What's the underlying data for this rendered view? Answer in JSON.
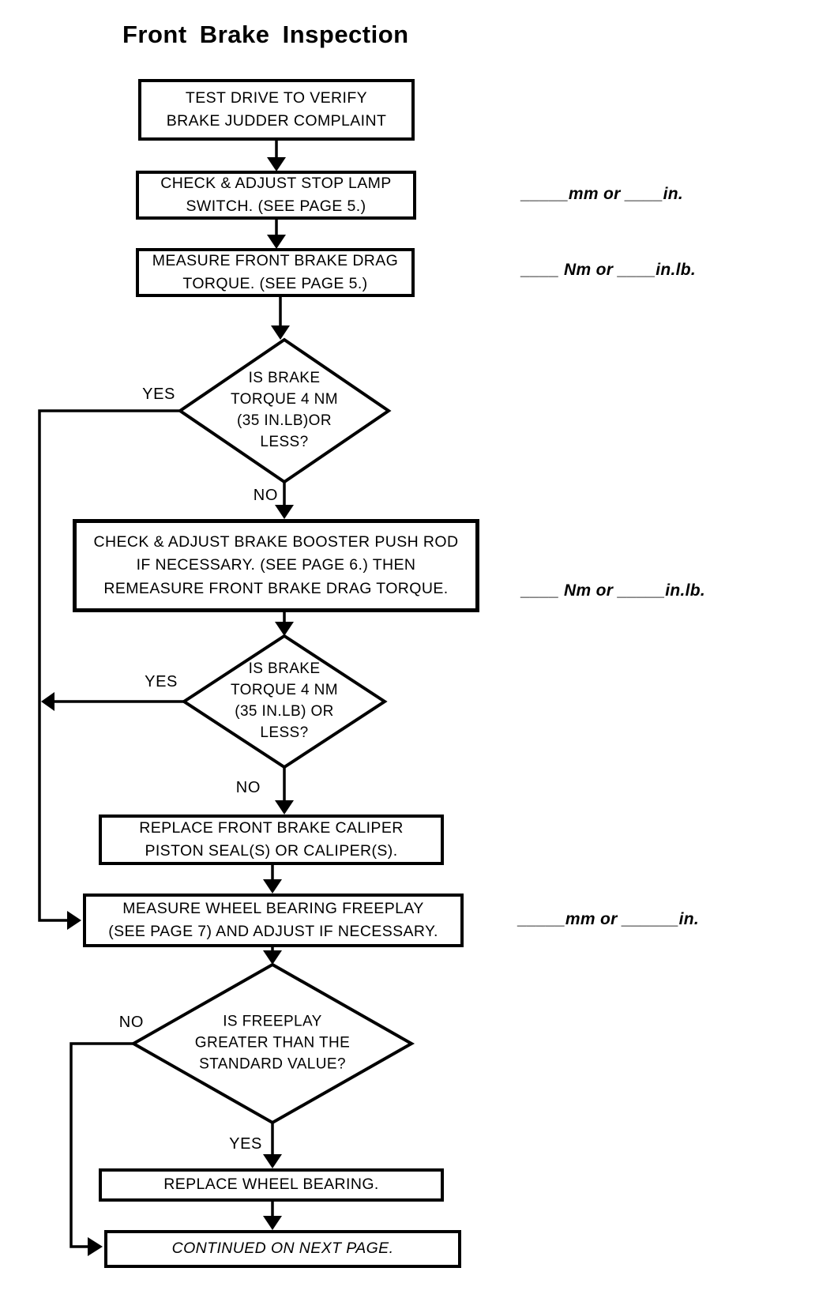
{
  "title": "Front Brake Inspection",
  "flow": {
    "test_drive": "TEST DRIVE TO VERIFY\nBRAKE JUDDER COMPLAINT",
    "stop_lamp": "CHECK & ADJUST STOP LAMP\nSWITCH. (SEE PAGE 5.)",
    "drag_torque": "MEASURE FRONT BRAKE DRAG\nTORQUE. (SEE PAGE 5.)",
    "decision_torque_1": "IS BRAKE\nTORQUE 4 NM\n(35 IN.LB)OR\nLESS?",
    "booster": "CHECK & ADJUST BRAKE BOOSTER PUSH ROD\nIF NECESSARY. (SEE PAGE 6.) THEN\nREMEASURE FRONT BRAKE DRAG TORQUE.",
    "decision_torque_2": "IS BRAKE\nTORQUE 4 NM\n(35 IN.LB) OR\nLESS?",
    "caliper": "REPLACE FRONT BRAKE CALIPER\nPISTON SEAL(S) OR CALIPER(S).",
    "freeplay": "MEASURE WHEEL BEARING FREEPLAY\n(SEE PAGE 7) AND ADJUST IF NECESSARY.",
    "decision_freeplay": "IS FREEPLAY\nGREATER THAN THE\nSTANDARD VALUE?",
    "replace_bearing": "REPLACE WHEEL BEARING.",
    "continued": "CONTINUED ON NEXT PAGE."
  },
  "branch_labels": {
    "yes_1": "YES",
    "no_1": "NO",
    "yes_2": "YES",
    "no_2": "NO",
    "no_3": "NO",
    "yes_3": "YES"
  },
  "measurements": {
    "stop_lamp_blank": "_____mm or ____in.",
    "drag_torque_blank": "____ Nm or ____in.lb.",
    "remeasure_blank": "____ Nm or _____in.lb.",
    "freeplay_blank": "_____mm or ______in."
  },
  "colors": {
    "ink": "#000000",
    "background": "#ffffff"
  }
}
